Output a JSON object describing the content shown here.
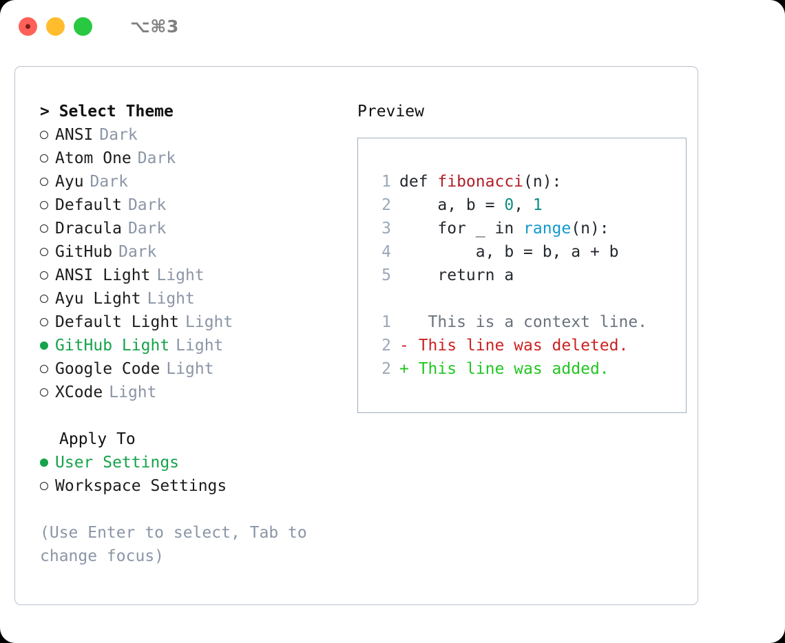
{
  "titlebar": {
    "shortcut": "⌥⌘3",
    "buttons": [
      {
        "name": "close",
        "color": "#ff6058"
      },
      {
        "name": "minimize",
        "color": "#ffbd2e"
      },
      {
        "name": "maximize",
        "color": "#28c840"
      }
    ]
  },
  "colors": {
    "selected_green": "#16a34a",
    "badge_grey": "#8b95a6",
    "hint_grey": "#8b95a6",
    "panel_border": "#b9c0cc",
    "preview_border": "#9fadbd",
    "diff_deleted": "#cc2222",
    "diff_added": "#22c522",
    "code_function": "#b31d28",
    "code_number": "#0f8c82",
    "code_call": "#1199cc"
  },
  "theme_picker": {
    "heading": "> Select Theme",
    "themes": [
      {
        "label": "ANSI",
        "badge": "Dark",
        "selected": false
      },
      {
        "label": "Atom One",
        "badge": "Dark",
        "selected": false
      },
      {
        "label": "Ayu",
        "badge": "Dark",
        "selected": false
      },
      {
        "label": "Default",
        "badge": "Dark",
        "selected": false
      },
      {
        "label": "Dracula",
        "badge": "Dark",
        "selected": false
      },
      {
        "label": "GitHub",
        "badge": "Dark",
        "selected": false
      },
      {
        "label": "ANSI Light",
        "badge": "Light",
        "selected": false
      },
      {
        "label": "Ayu Light",
        "badge": "Light",
        "selected": false
      },
      {
        "label": "Default Light",
        "badge": "Light",
        "selected": false
      },
      {
        "label": "GitHub Light",
        "badge": "Light",
        "selected": true
      },
      {
        "label": "Google Code",
        "badge": "Light",
        "selected": false
      },
      {
        "label": "XCode",
        "badge": "Light",
        "selected": false
      }
    ]
  },
  "apply_to": {
    "heading": "Apply To",
    "options": [
      {
        "label": "User Settings",
        "selected": true
      },
      {
        "label": "Workspace Settings",
        "selected": false
      }
    ]
  },
  "hint": "(Use Enter to select, Tab to change focus)",
  "preview": {
    "title": "Preview",
    "code_lines": [
      {
        "no": "1",
        "tokens": [
          {
            "text": "def ",
            "type": "plain"
          },
          {
            "text": "fibonacci",
            "type": "fn"
          },
          {
            "text": "(n):",
            "type": "plain"
          }
        ]
      },
      {
        "no": "2",
        "tokens": [
          {
            "text": "    a, b = ",
            "type": "plain"
          },
          {
            "text": "0",
            "type": "num"
          },
          {
            "text": ", ",
            "type": "plain"
          },
          {
            "text": "1",
            "type": "num"
          }
        ]
      },
      {
        "no": "3",
        "tokens": [
          {
            "text": "    for _ in ",
            "type": "plain"
          },
          {
            "text": "range",
            "type": "call"
          },
          {
            "text": "(n):",
            "type": "plain"
          }
        ]
      },
      {
        "no": "4",
        "tokens": [
          {
            "text": "        a, b = b, a + b",
            "type": "plain"
          }
        ]
      },
      {
        "no": "5",
        "tokens": [
          {
            "text": "    return a",
            "type": "plain"
          }
        ]
      }
    ],
    "diff_lines": [
      {
        "no": "1",
        "marker": " ",
        "text": "  This is a context line.",
        "kind": "ctx"
      },
      {
        "no": "2",
        "marker": "-",
        "text": " This line was deleted.",
        "kind": "del"
      },
      {
        "no": "2",
        "marker": "+",
        "text": " This line was added.",
        "kind": "add"
      }
    ]
  }
}
